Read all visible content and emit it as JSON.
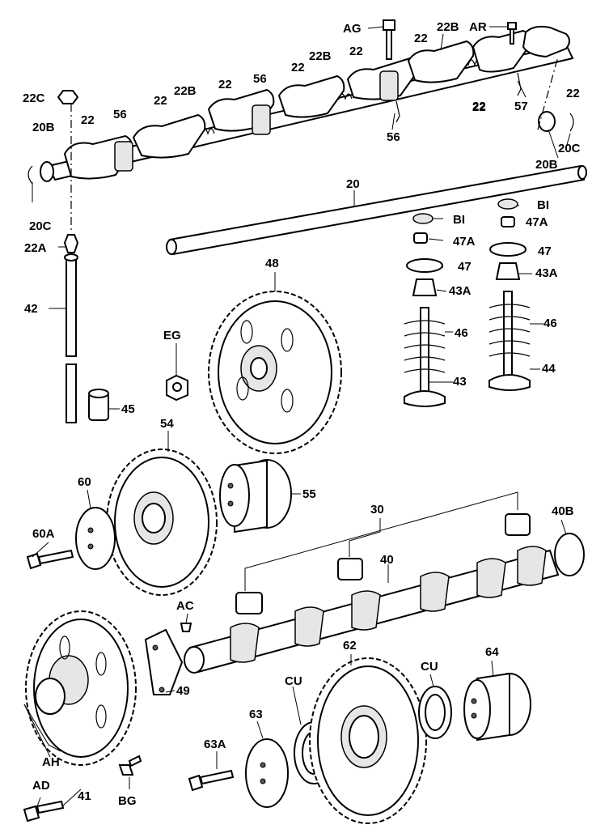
{
  "labels": [
    {
      "id": "AG",
      "text": "AG"
    },
    {
      "id": "22B_top",
      "text": "22B"
    },
    {
      "id": "AR",
      "text": "AR"
    },
    {
      "id": "22_a",
      "text": "22"
    },
    {
      "id": "22_b",
      "text": "22"
    },
    {
      "id": "22B_mid",
      "text": "22B"
    },
    {
      "id": "22_c",
      "text": "22"
    },
    {
      "id": "22_d",
      "text": "22"
    },
    {
      "id": "56_a",
      "text": "56"
    },
    {
      "id": "22_e",
      "text": "22"
    },
    {
      "id": "22B_left",
      "text": "22B"
    },
    {
      "id": "22_f",
      "text": "22"
    },
    {
      "id": "22C_left",
      "text": "22C"
    },
    {
      "id": "22_g",
      "text": "22"
    },
    {
      "id": "56_b",
      "text": "56"
    },
    {
      "id": "20B_left",
      "text": "20B"
    },
    {
      "id": "22_right",
      "text": "22"
    },
    {
      "id": "22_h",
      "text": "22"
    },
    {
      "id": "57",
      "text": "57"
    },
    {
      "id": "56_c",
      "text": "56"
    },
    {
      "id": "20C_right",
      "text": "20C"
    },
    {
      "id": "20B_right",
      "text": "20B"
    },
    {
      "id": "20C_left",
      "text": "20C"
    },
    {
      "id": "20",
      "text": "20"
    },
    {
      "id": "BI_a",
      "text": "BI"
    },
    {
      "id": "BI_b",
      "text": "BI"
    },
    {
      "id": "47A_a",
      "text": "47A"
    },
    {
      "id": "47A_b",
      "text": "47A"
    },
    {
      "id": "22A",
      "text": "22A"
    },
    {
      "id": "47_a",
      "text": "47"
    },
    {
      "id": "47_b",
      "text": "47"
    },
    {
      "id": "48",
      "text": "48"
    },
    {
      "id": "43A_a",
      "text": "43A"
    },
    {
      "id": "43A_b",
      "text": "43A"
    },
    {
      "id": "42",
      "text": "42"
    },
    {
      "id": "EG",
      "text": "EG"
    },
    {
      "id": "46_a",
      "text": "46"
    },
    {
      "id": "46_b",
      "text": "46"
    },
    {
      "id": "44",
      "text": "44"
    },
    {
      "id": "43",
      "text": "43"
    },
    {
      "id": "45",
      "text": "45"
    },
    {
      "id": "54",
      "text": "54"
    },
    {
      "id": "60",
      "text": "60"
    },
    {
      "id": "55",
      "text": "55"
    },
    {
      "id": "30",
      "text": "30"
    },
    {
      "id": "40B",
      "text": "40B"
    },
    {
      "id": "60A",
      "text": "60A"
    },
    {
      "id": "40",
      "text": "40"
    },
    {
      "id": "AC",
      "text": "AC"
    },
    {
      "id": "62",
      "text": "62"
    },
    {
      "id": "64",
      "text": "64"
    },
    {
      "id": "CU_right",
      "text": "CU"
    },
    {
      "id": "49",
      "text": "49"
    },
    {
      "id": "CU_left",
      "text": "CU"
    },
    {
      "id": "63",
      "text": "63"
    },
    {
      "id": "AH",
      "text": "AH"
    },
    {
      "id": "63A",
      "text": "63A"
    },
    {
      "id": "AD",
      "text": "AD"
    },
    {
      "id": "41",
      "text": "41"
    },
    {
      "id": "BG",
      "text": "BG"
    }
  ]
}
